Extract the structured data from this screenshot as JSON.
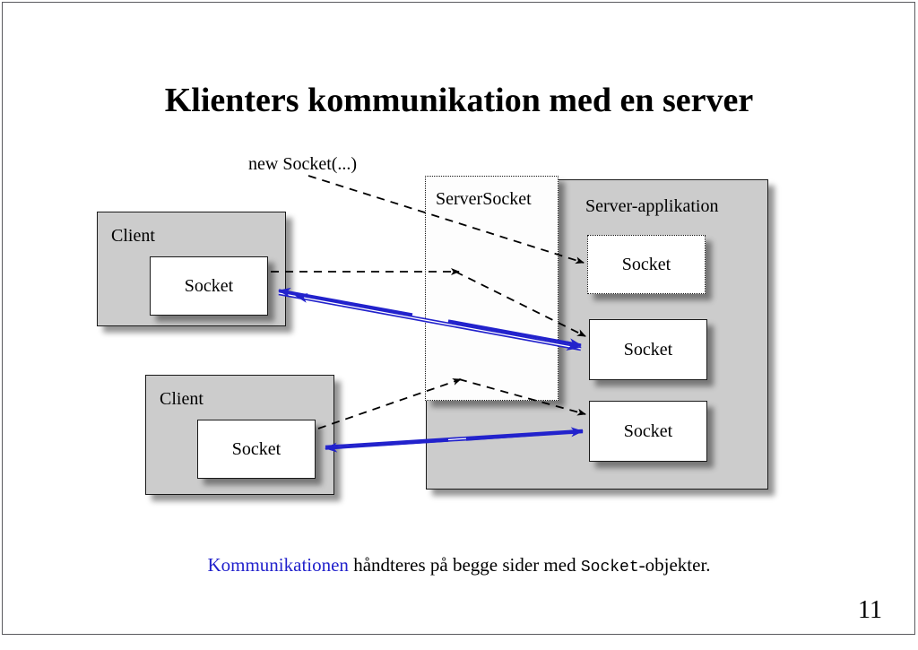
{
  "slide": {
    "title": "Klienters kommunikation med en server",
    "page_number": "11",
    "border_color": "#5a5a5e",
    "background": "#ffffff"
  },
  "diagram": {
    "annotation": "new Socket(...)",
    "clients": [
      {
        "label": "Client",
        "socket_label": "Socket"
      },
      {
        "label": "Client",
        "socket_label": "Socket"
      }
    ],
    "server_socket": {
      "label": "ServerSocket"
    },
    "server_application": {
      "label": "Server-applikation",
      "sockets": [
        {
          "label": "Socket",
          "border": "dotted"
        },
        {
          "label": "Socket",
          "border": "solid"
        },
        {
          "label": "Socket",
          "border": "solid"
        }
      ]
    },
    "colors": {
      "box_fill": "#cccccc",
      "socket_fill": "#ffffff",
      "outline": "#1a1a1a",
      "dashed_arrow": "#000000",
      "comm_arrow": "#2222cc"
    }
  },
  "caption": {
    "accent_text": "Kommunikationen",
    "middle_text": " håndteres på begge sider med ",
    "mono_text": "Socket",
    "tail_text": "-objekter."
  }
}
